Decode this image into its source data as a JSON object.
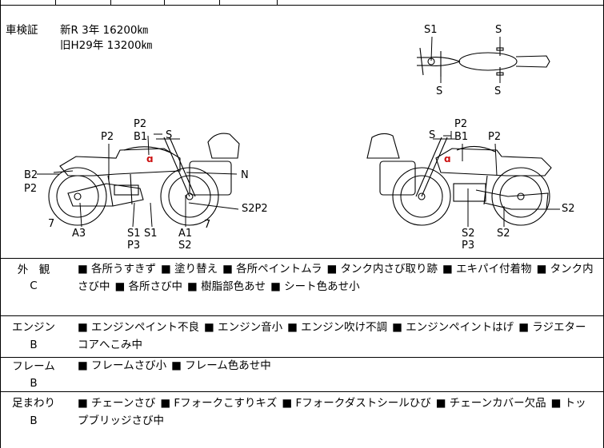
{
  "inspection": {
    "label": "車検証",
    "line1": "新R  3年   16200㎞",
    "line2": "旧H29年   13200㎞"
  },
  "top_view_marks": {
    "s1_top": "S1",
    "s_top": "S",
    "s_bottom_left": "S",
    "s_bottom_right": "S"
  },
  "left_view_marks": {
    "p2_top": "P2",
    "b1": "B1",
    "s_top": "S",
    "p2_left": "P2",
    "b2": "B2",
    "p2_rear": "P2",
    "n": "N",
    "s2p2": "S2P2",
    "seven_left": "7",
    "seven_right": "7",
    "a3": "A3",
    "s1_a": "S1",
    "s1_b": "S1",
    "p3": "P3",
    "a1": "A1",
    "s2": "S2"
  },
  "right_view_marks": {
    "s_top": "S",
    "p2_top": "P2",
    "b1": "B1",
    "p2_right": "P2",
    "s2_right": "S2",
    "s2_bottom": "S2",
    "p3": "P3",
    "s2_bottom_right": "S2"
  },
  "sections": [
    {
      "name": "外　観",
      "grade": "C",
      "items": [
        "各所うすきず",
        "塗り替え",
        "各所ペイントムラ",
        "タンク内さび取り跡",
        "エキパイ付着物",
        "タンク内さび中",
        "各所さび中",
        "樹脂部色あせ",
        "シート色あせ小"
      ]
    },
    {
      "name": "エンジン",
      "grade": "B",
      "items": [
        "エンジンペイント不良",
        "エンジン音小",
        "エンジン吹け不調",
        "エンジンペイントはげ",
        "ラジエターコアへこみ中"
      ]
    },
    {
      "name": "フレーム",
      "grade": "B",
      "items": [
        "フレームさび小",
        "フレーム色あせ中"
      ]
    },
    {
      "name": "足まわり",
      "grade": "B",
      "items": [
        "チェーンさび",
        "Fフォークこすりキズ",
        "Fフォークダストシールひび",
        "チェーンカバー欠品",
        "トップブリッジさび中"
      ]
    }
  ]
}
